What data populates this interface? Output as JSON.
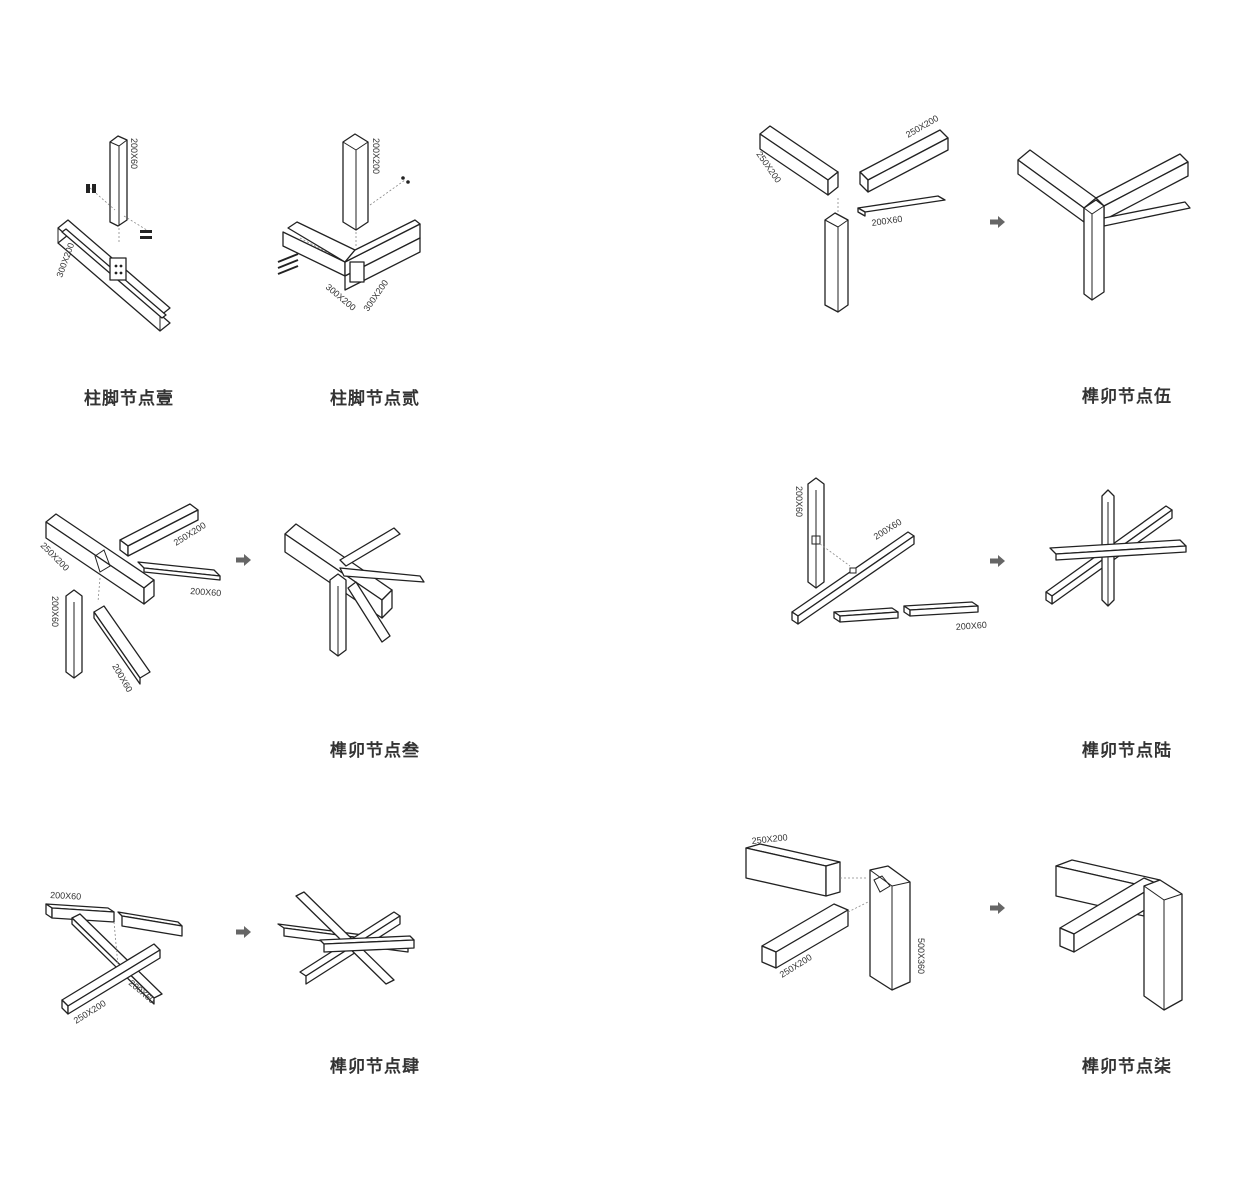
{
  "joints": [
    {
      "id": "base1",
      "title": "柱脚节点壹",
      "dims": [
        "200X60",
        "300X200"
      ]
    },
    {
      "id": "base2",
      "title": "柱脚节点贰",
      "dims": [
        "200X200",
        "300X200",
        "300X200"
      ]
    },
    {
      "id": "mortise3",
      "title": "榫卯节点叁",
      "dims": [
        "250X200",
        "250X200",
        "200X60",
        "200X60",
        "200X60"
      ]
    },
    {
      "id": "mortise4",
      "title": "榫卯节点肆",
      "dims": [
        "200X60",
        "250X200",
        "200X60"
      ]
    },
    {
      "id": "mortise5",
      "title": "榫卯节点伍",
      "dims": [
        "250X200",
        "250X200",
        "200X60"
      ]
    },
    {
      "id": "mortise6",
      "title": "榫卯节点陆",
      "dims": [
        "200X60",
        "200X60",
        "200X60"
      ]
    },
    {
      "id": "mortise7",
      "title": "榫卯节点柒",
      "dims": [
        "250X200",
        "250X200",
        "500X360"
      ]
    }
  ],
  "colors": {
    "line": "#222222",
    "arrow": "#666666",
    "caption": "#333333"
  },
  "icons": {
    "assembly_arrow": "arrow-right-icon"
  }
}
